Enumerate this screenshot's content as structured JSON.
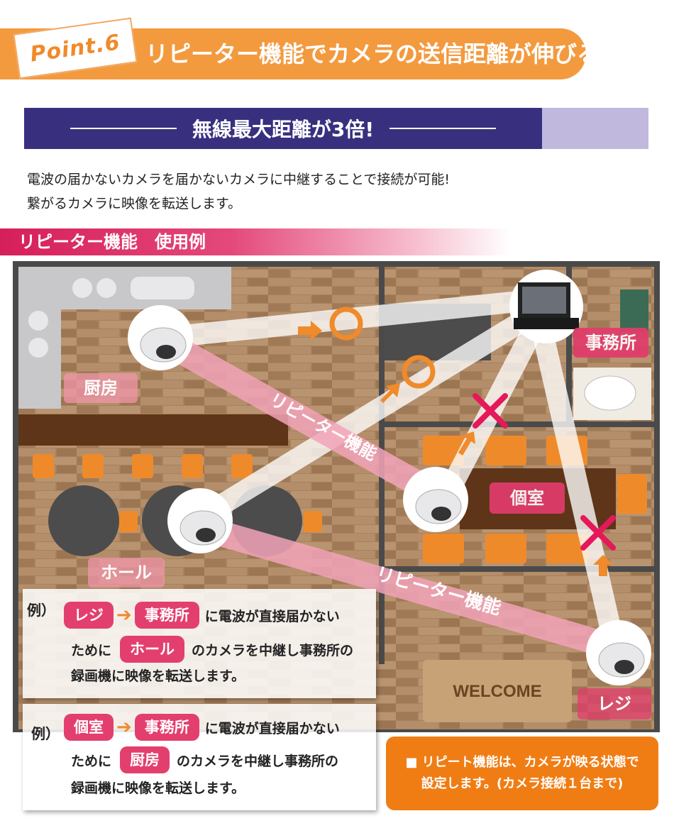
{
  "header": {
    "badge": "Point.6",
    "title": "リピーター機能でカメラの送信距離が伸びる!"
  },
  "subheader": {
    "title": "無線最大距離が3倍!"
  },
  "description": {
    "line1": "電波の届かないカメラを届かないカメラに中継することで接続が可能!",
    "line2": "繋がるカメラに映像を転送します。"
  },
  "section": {
    "title": "リピーター機能　使用例"
  },
  "floor": {
    "rooms": {
      "office": "事務所",
      "kitchen": "厨房",
      "private": "個室",
      "hall": "ホール",
      "register": "レジ"
    },
    "welcome": "WELCOME",
    "repeater_label_1": "リピーター機能",
    "repeater_label_2": "リピーター機能"
  },
  "example1": {
    "prefix": "例）",
    "from": "レジ",
    "to": "事務所",
    "text1": "に電波が直接届かない",
    "text2a": "ために",
    "via": "ホール",
    "text2b": "のカメラを中継し事務所の",
    "text3": "録画機に映像を転送します。"
  },
  "example2": {
    "prefix": "例）",
    "from": "個室",
    "to": "事務所",
    "text1": "に電波が直接届かない",
    "text2a": "ために",
    "via": "厨房",
    "text2b": "のカメラを中継し事務所の",
    "text3": "録画機に映像を転送します。"
  },
  "note": {
    "line1": "■ リピート機能は、カメラが映る状態で",
    "line2": "設定します。(カメラ接続１台まで)"
  },
  "colors": {
    "orange": "#f39a3f",
    "navy": "#38307f",
    "lavender": "#c1b8de",
    "pink": "#e33f6e",
    "note_orange": "#f07d14",
    "floor_wood": "#b08a66"
  }
}
